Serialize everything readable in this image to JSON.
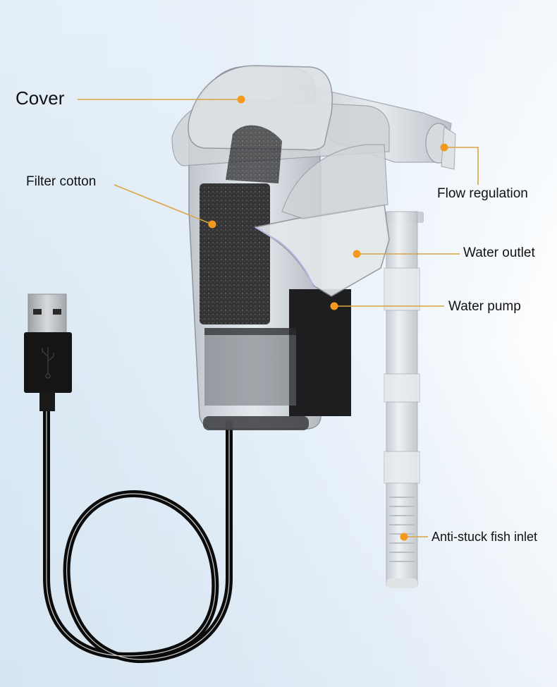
{
  "diagram": {
    "subject": "Hang-on aquarium filter with USB power cable",
    "accent_color": "#f39a1e",
    "leader_line_color": "#d9a441",
    "labels": [
      {
        "id": "cover",
        "text": "Cover"
      },
      {
        "id": "filter_cotton",
        "text": "Filter cotton"
      },
      {
        "id": "flow_regulation",
        "text": "Flow regulation"
      },
      {
        "id": "water_outlet",
        "text": "Water outlet"
      },
      {
        "id": "water_pump",
        "text": "Water pump"
      },
      {
        "id": "anti_stuck_fish_inlet",
        "text": "Anti-stuck fish inlet"
      }
    ],
    "components": {
      "usb_plug": "usb-a-plug",
      "cable": "black-coiled-cable",
      "filter_body": "transparent-filter-box",
      "intake_tube": "clear-intake-tube"
    }
  }
}
